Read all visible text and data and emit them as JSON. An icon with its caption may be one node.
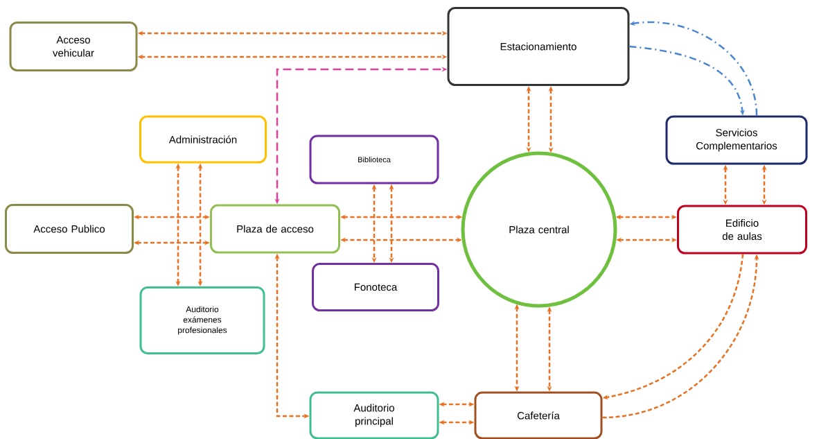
{
  "diagram": {
    "nodes": [
      {
        "text": [
          "Acceso vehicular"
        ]
      },
      {
        "text": [
          "Estacionamiento"
        ]
      },
      {
        "text": [
          "Administración"
        ]
      },
      {
        "text": [
          "Biblioteca"
        ]
      },
      {
        "text": [
          "Servicios Complementarios"
        ]
      },
      {
        "text": [
          "Acceso Publico"
        ]
      },
      {
        "text": [
          "Plaza de acceso"
        ]
      },
      {
        "text": [
          "Plaza central"
        ]
      },
      {
        "text": [
          "Edificio de aulas"
        ]
      },
      {
        "text": [
          "Fonoteca"
        ]
      },
      {
        "text": [
          "Auditorio exámenes profesionales"
        ]
      },
      {
        "text": [
          "Auditorio principal"
        ]
      },
      {
        "text": [
          "Cafetería"
        ]
      }
    ],
    "edges": [
      {
        "from": 0,
        "to": 1,
        "arrow": "both"
      },
      {
        "from": 0,
        "to": 1,
        "arrow": "both"
      },
      {
        "from": 6,
        "to": 1,
        "arrow": "both",
        "style": "dashed",
        "color": "#e0409a"
      },
      {
        "from": 4,
        "to": 1,
        "arrow": "to",
        "color": "#4a86d0"
      },
      {
        "from": 1,
        "to": 4,
        "arrow": "to",
        "color": "#4a86d0"
      },
      {
        "from": 1,
        "to": 7,
        "arrow": "both"
      },
      {
        "from": 1,
        "to": 7,
        "arrow": "both"
      },
      {
        "from": 2,
        "to": 10,
        "arrow": "both"
      },
      {
        "from": 2,
        "to": 10,
        "arrow": "both"
      },
      {
        "from": 5,
        "to": 6,
        "arrow": "both"
      },
      {
        "from": 5,
        "to": 6,
        "arrow": "both"
      },
      {
        "from": 3,
        "to": 9,
        "arrow": "both"
      },
      {
        "from": 3,
        "to": 9,
        "arrow": "both"
      },
      {
        "from": 6,
        "to": 7,
        "arrow": "both"
      },
      {
        "from": 6,
        "to": 7,
        "arrow": "both"
      },
      {
        "from": 7,
        "to": 8,
        "arrow": "both"
      },
      {
        "from": 7,
        "to": 8,
        "arrow": "both"
      },
      {
        "from": 4,
        "to": 8,
        "arrow": "both"
      },
      {
        "from": 4,
        "to": 8,
        "arrow": "both"
      },
      {
        "from": 6,
        "to": 11,
        "arrow": "both"
      },
      {
        "from": 7,
        "to": 12,
        "arrow": "both"
      },
      {
        "from": 7,
        "to": 12,
        "arrow": "both"
      },
      {
        "from": 11,
        "to": 12,
        "arrow": "both"
      },
      {
        "from": 11,
        "to": 12,
        "arrow": "both"
      },
      {
        "from": 8,
        "to": 12,
        "arrow": "to"
      },
      {
        "from": 12,
        "to": 8,
        "arrow": "to"
      }
    ]
  }
}
